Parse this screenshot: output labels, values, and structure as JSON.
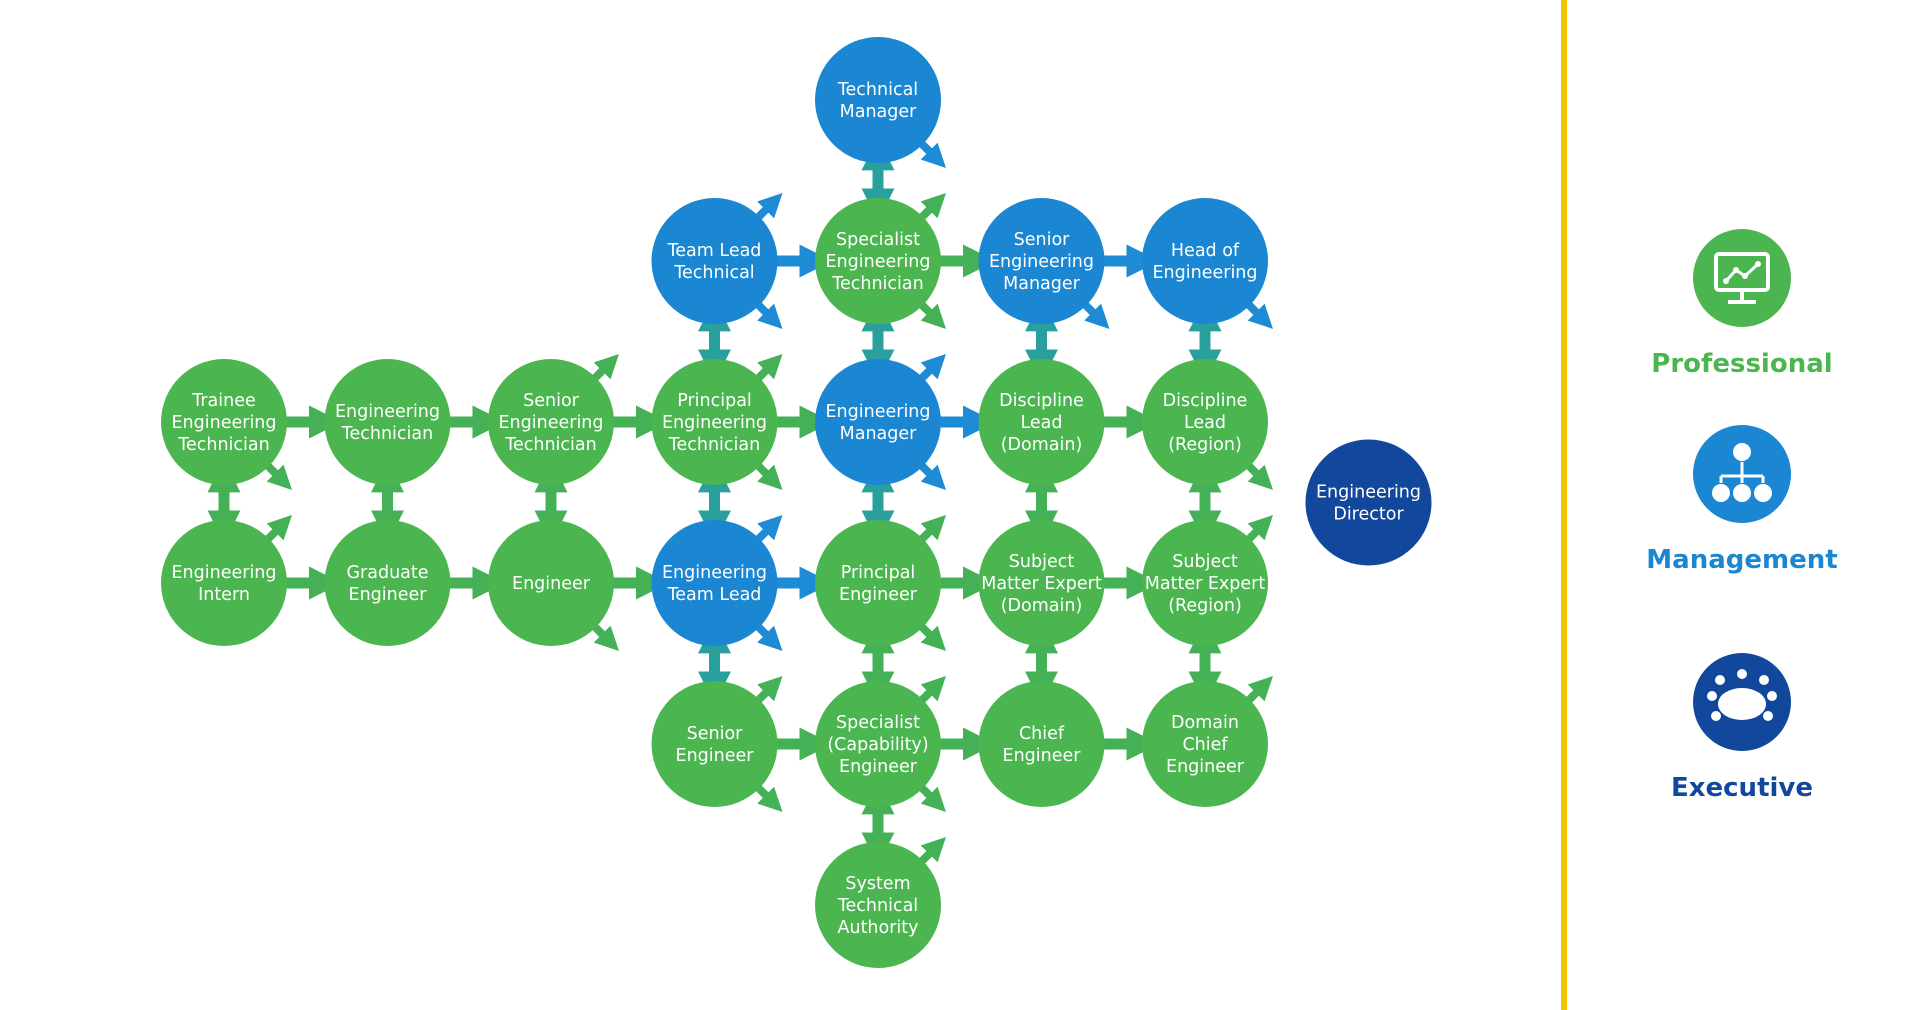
{
  "colors": {
    "professional": "#4bb64f",
    "management": "#1b86d1",
    "executive": "#11489c",
    "divider": "#f5c400",
    "arrow_green": "#45b157",
    "arrow_blue": "#1e8bd6",
    "arrow_mixed": "#29a09d"
  },
  "nodes": [
    {
      "id": "trainee-engineering-technician",
      "lines": [
        "Trainee",
        "Engineering",
        "Technician"
      ],
      "category": "professional",
      "col": 0,
      "row": 3
    },
    {
      "id": "engineering-intern",
      "lines": [
        "Engineering",
        "Intern"
      ],
      "category": "professional",
      "col": 0,
      "row": 4
    },
    {
      "id": "engineering-technician",
      "lines": [
        "Engineering",
        "Technician"
      ],
      "category": "professional",
      "col": 1,
      "row": 3
    },
    {
      "id": "graduate-engineer",
      "lines": [
        "Graduate",
        "Engineer"
      ],
      "category": "professional",
      "col": 1,
      "row": 4
    },
    {
      "id": "senior-engineering-technician",
      "lines": [
        "Senior",
        "Engineering",
        "Technician"
      ],
      "category": "professional",
      "col": 2,
      "row": 3
    },
    {
      "id": "engineer",
      "lines": [
        "Engineer"
      ],
      "category": "professional",
      "col": 2,
      "row": 4
    },
    {
      "id": "team-lead-technical",
      "lines": [
        "Team Lead",
        "Technical"
      ],
      "category": "management",
      "col": 3,
      "row": 2
    },
    {
      "id": "principal-engineering-technician",
      "lines": [
        "Principal",
        "Engineering",
        "Technician"
      ],
      "category": "professional",
      "col": 3,
      "row": 3
    },
    {
      "id": "engineering-team-lead",
      "lines": [
        "Engineering",
        "Team Lead"
      ],
      "category": "management",
      "col": 3,
      "row": 4
    },
    {
      "id": "senior-engineer",
      "lines": [
        "Senior",
        "Engineer"
      ],
      "category": "professional",
      "col": 3,
      "row": 5
    },
    {
      "id": "technical-manager",
      "lines": [
        "Technical",
        "Manager"
      ],
      "category": "management",
      "col": 4,
      "row": 1
    },
    {
      "id": "specialist-engineering-technician",
      "lines": [
        "Specialist",
        "Engineering",
        "Technician"
      ],
      "category": "professional",
      "col": 4,
      "row": 2
    },
    {
      "id": "engineering-manager",
      "lines": [
        "Engineering",
        "Manager"
      ],
      "category": "management",
      "col": 4,
      "row": 3
    },
    {
      "id": "principal-engineer",
      "lines": [
        "Principal",
        "Engineer"
      ],
      "category": "professional",
      "col": 4,
      "row": 4
    },
    {
      "id": "specialist-capability-engineer",
      "lines": [
        "Specialist",
        "(Capability)",
        "Engineer"
      ],
      "category": "professional",
      "col": 4,
      "row": 5
    },
    {
      "id": "system-technical-authority",
      "lines": [
        "System",
        "Technical",
        "Authority"
      ],
      "category": "professional",
      "col": 4,
      "row": 6
    },
    {
      "id": "senior-engineering-manager",
      "lines": [
        "Senior",
        "Engineering",
        "Manager"
      ],
      "category": "management",
      "col": 5,
      "row": 2
    },
    {
      "id": "discipline-lead-domain",
      "lines": [
        "Discipline",
        "Lead",
        "(Domain)"
      ],
      "category": "professional",
      "col": 5,
      "row": 3
    },
    {
      "id": "subject-matter-expert-domain",
      "lines": [
        "Subject",
        "Matter Expert",
        "(Domain)"
      ],
      "category": "professional",
      "col": 5,
      "row": 4
    },
    {
      "id": "chief-engineer",
      "lines": [
        "Chief",
        "Engineer"
      ],
      "category": "professional",
      "col": 5,
      "row": 5
    },
    {
      "id": "head-of-engineering",
      "lines": [
        "Head of",
        "Engineering"
      ],
      "category": "management",
      "col": 6,
      "row": 2
    },
    {
      "id": "discipline-lead-region",
      "lines": [
        "Discipline",
        "Lead",
        "(Region)"
      ],
      "category": "professional",
      "col": 6,
      "row": 3
    },
    {
      "id": "subject-matter-expert-region",
      "lines": [
        "Subject",
        "Matter Expert",
        "(Region)"
      ],
      "category": "professional",
      "col": 6,
      "row": 4
    },
    {
      "id": "domain-chief-engineer",
      "lines": [
        "Domain",
        "Chief",
        "Engineer"
      ],
      "category": "professional",
      "col": 6,
      "row": 5
    },
    {
      "id": "engineering-director",
      "lines": [
        "Engineering",
        "Director"
      ],
      "category": "executive",
      "col": 7,
      "row": 3.5
    }
  ],
  "vertical_links": [
    [
      "trainee-engineering-technician",
      "engineering-intern"
    ],
    [
      "engineering-technician",
      "graduate-engineer"
    ],
    [
      "senior-engineering-technician",
      "engineer"
    ],
    [
      "team-lead-technical",
      "principal-engineering-technician"
    ],
    [
      "principal-engineering-technician",
      "engineering-team-lead"
    ],
    [
      "engineering-team-lead",
      "senior-engineer"
    ],
    [
      "technical-manager",
      "specialist-engineering-technician"
    ],
    [
      "specialist-engineering-technician",
      "engineering-manager"
    ],
    [
      "engineering-manager",
      "principal-engineer"
    ],
    [
      "principal-engineer",
      "specialist-capability-engineer"
    ],
    [
      "specialist-capability-engineer",
      "system-technical-authority"
    ],
    [
      "senior-engineering-manager",
      "discipline-lead-domain"
    ],
    [
      "discipline-lead-domain",
      "subject-matter-expert-domain"
    ],
    [
      "subject-matter-expert-domain",
      "chief-engineer"
    ],
    [
      "head-of-engineering",
      "discipline-lead-region"
    ],
    [
      "discipline-lead-region",
      "subject-matter-expert-region"
    ],
    [
      "subject-matter-expert-region",
      "domain-chief-engineer"
    ]
  ],
  "horizontal_links": [
    [
      "trainee-engineering-technician",
      "engineering-technician"
    ],
    [
      "engineering-technician",
      "senior-engineering-technician"
    ],
    [
      "senior-engineering-technician",
      "principal-engineering-technician"
    ],
    [
      "principal-engineering-technician",
      "engineering-manager"
    ],
    [
      "engineering-manager",
      "discipline-lead-domain"
    ],
    [
      "discipline-lead-domain",
      "discipline-lead-region"
    ],
    [
      "engineering-intern",
      "graduate-engineer"
    ],
    [
      "graduate-engineer",
      "engineer"
    ],
    [
      "engineer",
      "engineering-team-lead"
    ],
    [
      "engineering-team-lead",
      "principal-engineer"
    ],
    [
      "principal-engineer",
      "subject-matter-expert-domain"
    ],
    [
      "subject-matter-expert-domain",
      "subject-matter-expert-region"
    ],
    [
      "team-lead-technical",
      "specialist-engineering-technician"
    ],
    [
      "specialist-engineering-technician",
      "senior-engineering-manager"
    ],
    [
      "senior-engineering-manager",
      "head-of-engineering"
    ],
    [
      "senior-engineer",
      "specialist-capability-engineer"
    ],
    [
      "specialist-capability-engineer",
      "chief-engineer"
    ],
    [
      "chief-engineer",
      "domain-chief-engineer"
    ]
  ],
  "diagonal_arrows": [
    [
      "trainee-engineering-technician",
      "dr"
    ],
    [
      "engineering-intern",
      "ur"
    ],
    [
      "senior-engineering-technician",
      "ur"
    ],
    [
      "engineer",
      "dr"
    ],
    [
      "team-lead-technical",
      "ur"
    ],
    [
      "team-lead-technical",
      "dr"
    ],
    [
      "principal-engineering-technician",
      "ur"
    ],
    [
      "principal-engineering-technician",
      "dr"
    ],
    [
      "engineering-team-lead",
      "ur"
    ],
    [
      "engineering-team-lead",
      "dr"
    ],
    [
      "senior-engineer",
      "ur"
    ],
    [
      "senior-engineer",
      "dr"
    ],
    [
      "technical-manager",
      "dr"
    ],
    [
      "specialist-engineering-technician",
      "ur"
    ],
    [
      "specialist-engineering-technician",
      "dr"
    ],
    [
      "engineering-manager",
      "ur"
    ],
    [
      "engineering-manager",
      "dr"
    ],
    [
      "principal-engineer",
      "ur"
    ],
    [
      "principal-engineer",
      "dr"
    ],
    [
      "specialist-capability-engineer",
      "ur"
    ],
    [
      "specialist-capability-engineer",
      "dr"
    ],
    [
      "system-technical-authority",
      "ur"
    ],
    [
      "senior-engineering-manager",
      "dr"
    ],
    [
      "head-of-engineering",
      "dr"
    ],
    [
      "discipline-lead-region",
      "dr"
    ],
    [
      "subject-matter-expert-region",
      "ur"
    ],
    [
      "domain-chief-engineer",
      "ur"
    ]
  ],
  "legend": [
    {
      "label": "Professional",
      "category": "professional",
      "icon": "monitor-chart-icon"
    },
    {
      "label": "Management",
      "category": "management",
      "icon": "org-chart-icon"
    },
    {
      "label": "Executive",
      "category": "executive",
      "icon": "boardroom-table-icon"
    }
  ]
}
